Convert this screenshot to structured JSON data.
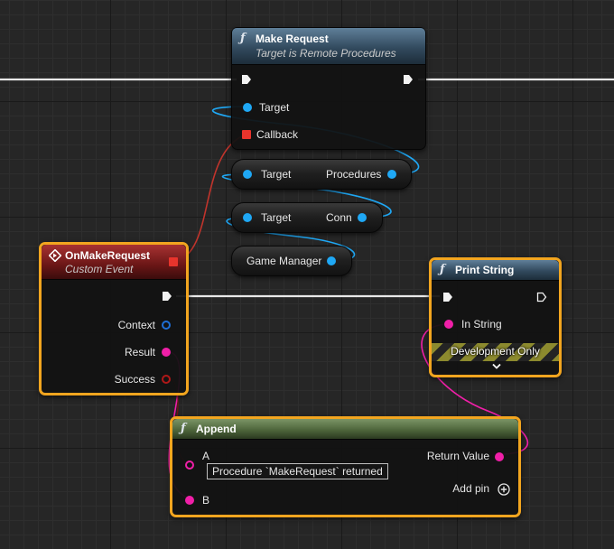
{
  "nodes": {
    "make_request": {
      "title": "Make Request",
      "subtitle": "Target is Remote Procedures",
      "pins": {
        "target": "Target",
        "callback": "Callback"
      }
    },
    "get_procedures": {
      "input": "Target",
      "output": "Procedures"
    },
    "get_conn": {
      "input": "Target",
      "output": "Conn"
    },
    "game_manager": {
      "label": "Game Manager"
    },
    "on_make_request": {
      "title": "OnMakeRequest",
      "subtitle": "Custom Event",
      "pins": {
        "context": "Context",
        "result": "Result",
        "success": "Success"
      }
    },
    "print_string": {
      "title": "Print String",
      "pins": {
        "in_string": "In String"
      },
      "dev_label": "Development Only"
    },
    "append": {
      "title": "Append",
      "pins": {
        "a": "A",
        "b": "B",
        "return_value": "Return Value",
        "add_pin": "Add pin"
      },
      "a_value": "Procedure `MakeRequest` returned"
    }
  },
  "colors": {
    "object_pin": "#1fa8f5",
    "string_pin": "#f01fa8",
    "delegate_pin": "#e8342c",
    "selection": "#f2a51f",
    "function_header": "#3d5770",
    "event_header": "#7a1d1d",
    "pure_header": "#566e45"
  },
  "icons": [
    "function-icon",
    "event-icon",
    "exec-pin",
    "add-pin-icon",
    "chevron-down-icon"
  ]
}
